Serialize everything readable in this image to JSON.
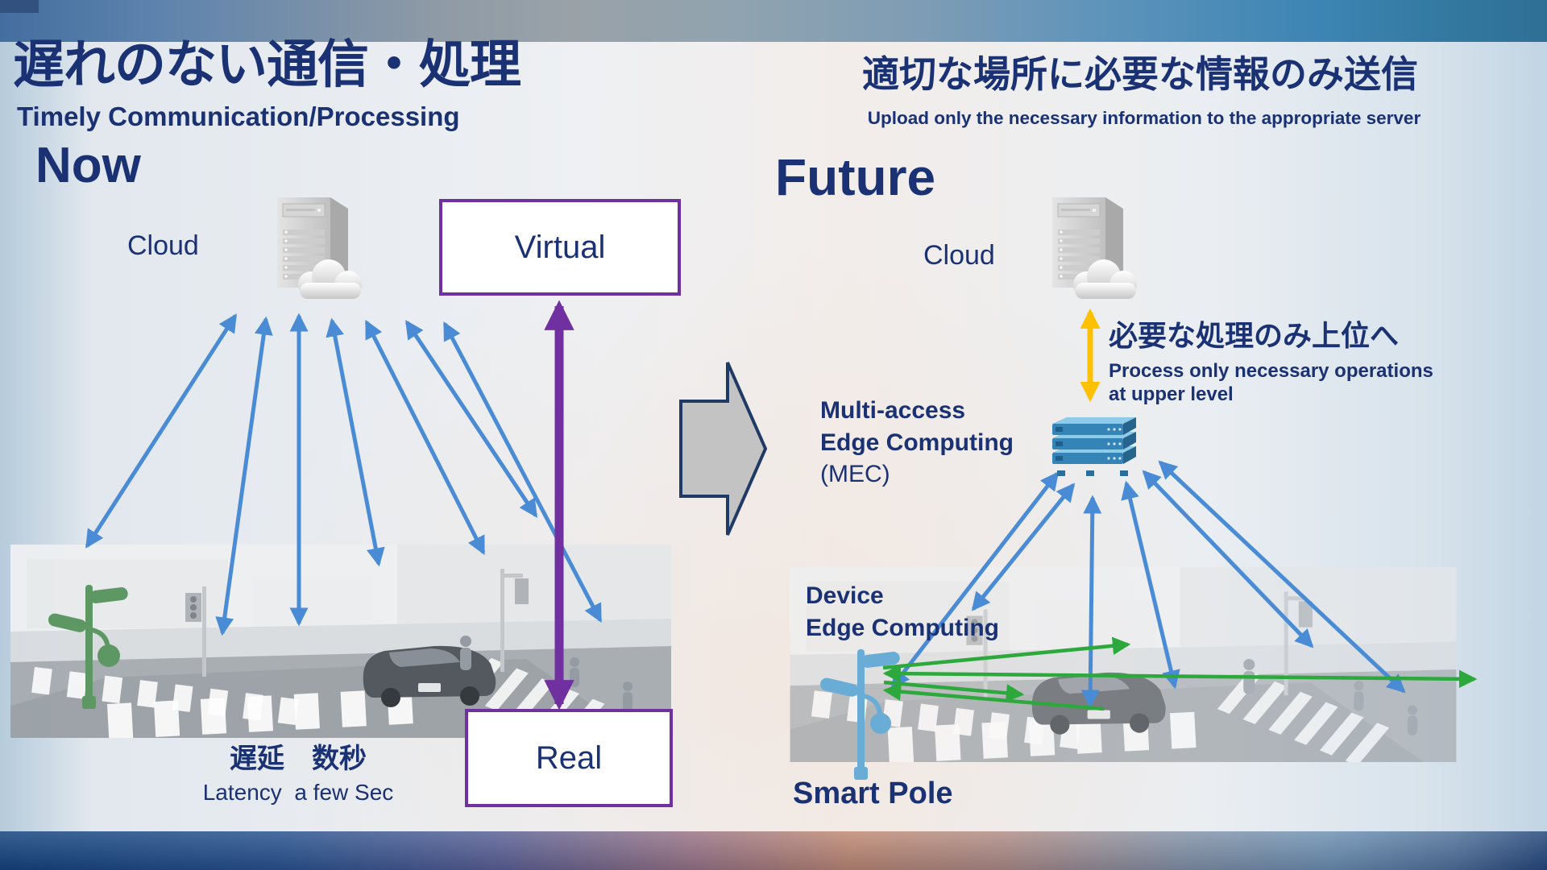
{
  "slide": {
    "left": {
      "title_jp": "遅れのない通信・処理",
      "title_en": "Timely Communication/Processing",
      "heading": "Now",
      "cloud_label": "Cloud",
      "virtual_label": "Virtual",
      "real_label": "Real",
      "latency_jp": "遅延　数秒",
      "latency_en": "Latency  a few Sec"
    },
    "right": {
      "title_jp": "適切な場所に必要な情報のみ送信",
      "title_en": "Upload only the necessary information to the appropriate server",
      "heading": "Future",
      "cloud_label": "Cloud",
      "process_note_jp": "必要な処理のみ上位へ",
      "process_note_en_1": "Process only necessary operations",
      "process_note_en_2": "at upper level",
      "mec_label_1": "Multi-access",
      "mec_label_2": "Edge Computing",
      "mec_label_3": "(MEC)",
      "device_label_1": "Device",
      "device_label_2": "Edge Computing",
      "smart_pole_label": "Smart Pole"
    },
    "colors": {
      "text_navy": "#1a3174",
      "arrow_blue": "#4a8bd5",
      "arrow_green": "#2ca83c",
      "arrow_yellow": "#ffc000",
      "accent_purple": "#7030a0"
    }
  }
}
